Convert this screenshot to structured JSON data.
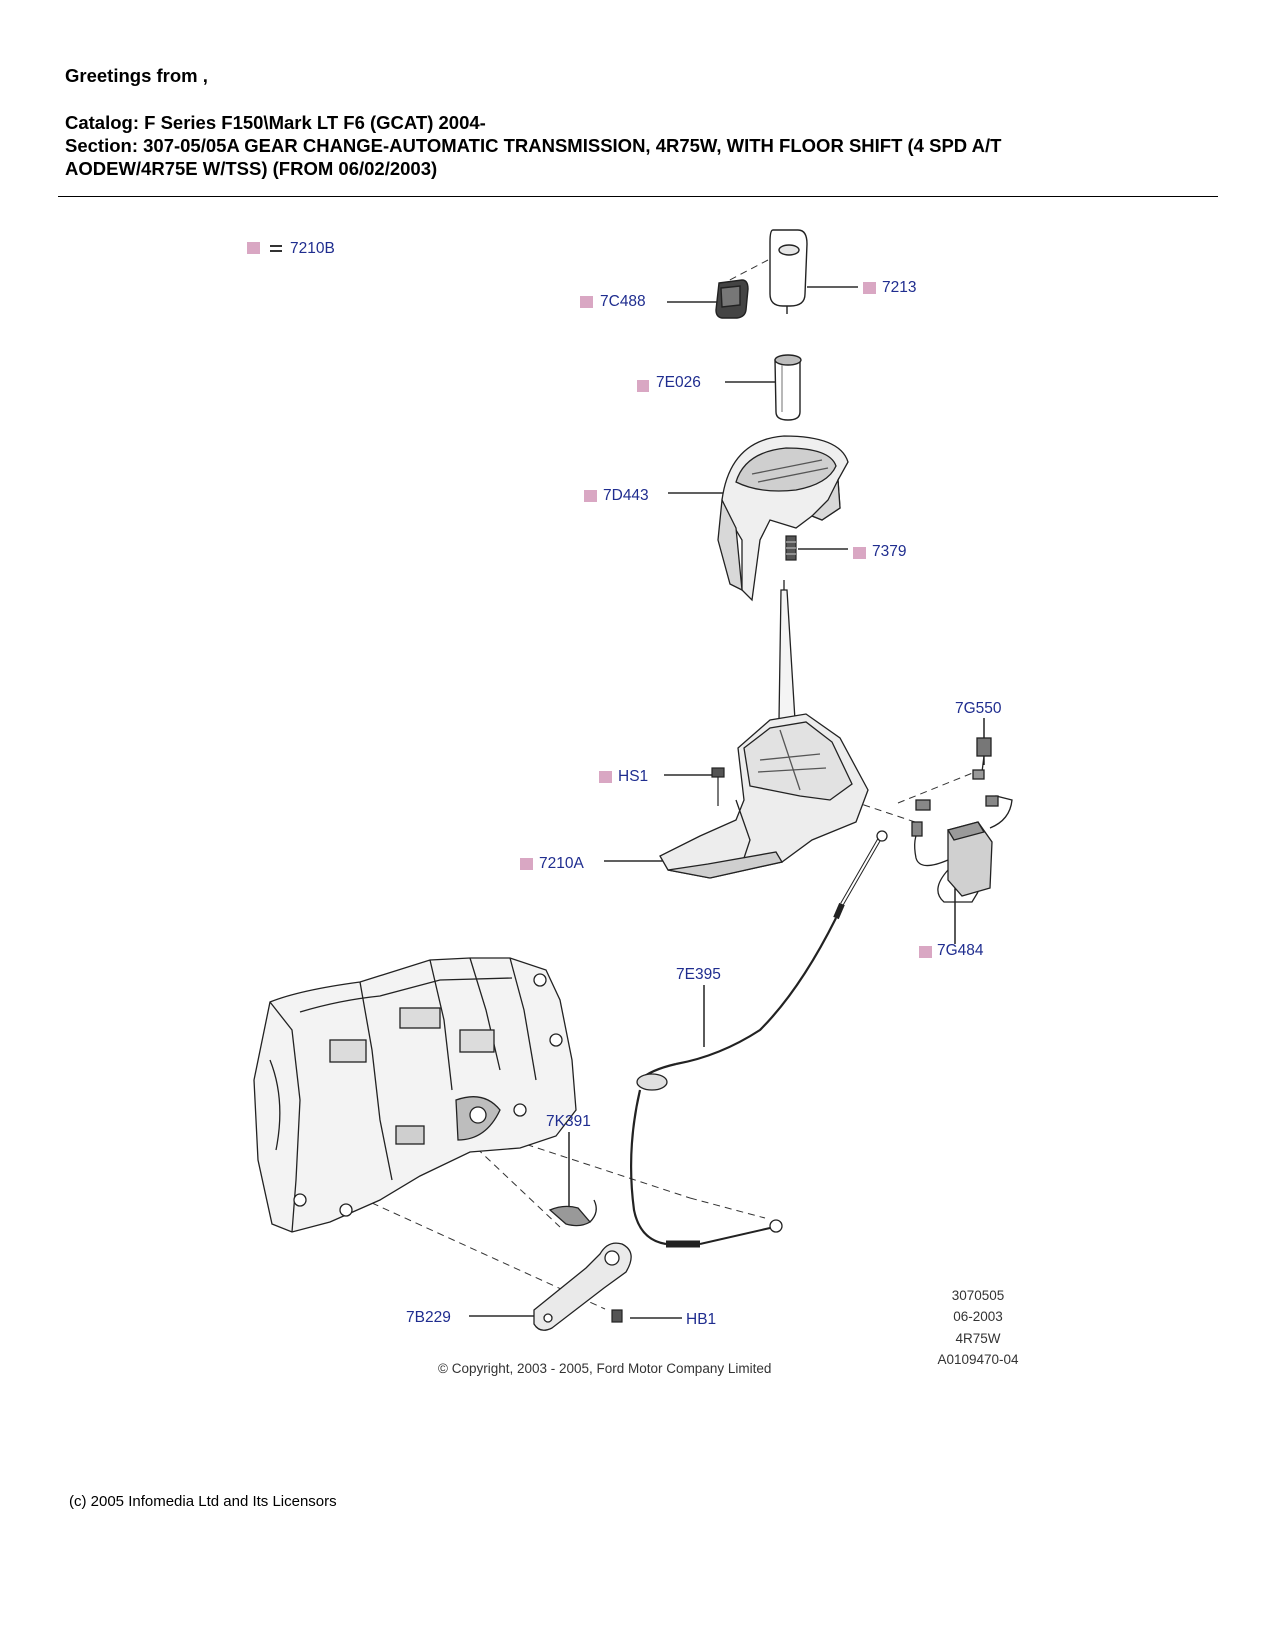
{
  "header": {
    "greeting": "Greetings from  ,",
    "catalog": "Catalog: F Series F150\\Mark LT F6 (GCAT) 2004-",
    "section_line1": "Section: 307-05/05A  GEAR CHANGE-AUTOMATIC TRANSMISSION, 4R75W, WITH FLOOR SHIFT (4 SPD A/T",
    "section_line2": "AODEW/4R75E W/TSS) (FROM 06/02/2003)"
  },
  "legend": {
    "equals": "=",
    "part": "7210B"
  },
  "callouts": {
    "c7C488": "7C488",
    "c7213": "7213",
    "c7E026": "7E026",
    "c7D443": "7D443",
    "c7379": "7379",
    "c7G550": "7G550",
    "cHS1": "HS1",
    "c7210A": "7210A",
    "c7G484": "7G484",
    "c7E395": "7E395",
    "c7K391": "7K391",
    "c7B229": "7B229",
    "cHB1": "HB1"
  },
  "stamp": {
    "line1": "3070505",
    "line2": "06-2003",
    "line3": "4R75W",
    "line4": "A0109470-04"
  },
  "copyright": "© Copyright, 2003 - 2005, Ford Motor Company Limited",
  "footer": "(c) 2005 Infomedia Ltd and Its Licensors",
  "colors": {
    "marker": "#d9a7c3",
    "callout_text": "#1f2d8f"
  }
}
